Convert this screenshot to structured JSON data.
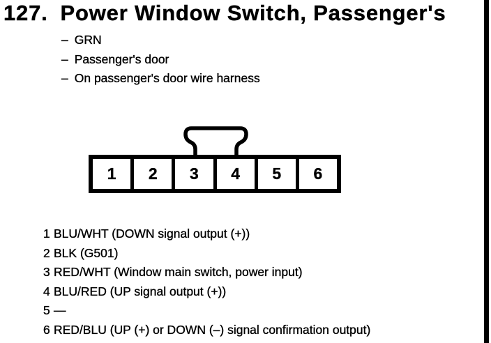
{
  "page": {
    "section_number": "127.",
    "title": "Power Window Switch, Passenger's",
    "bullet_prefix": "–",
    "bullets": [
      "GRN",
      "Passenger's door",
      "On passenger's door wire harness"
    ]
  },
  "connector": {
    "type": "6-cavity connector, latch tab on top",
    "pins": [
      "1",
      "2",
      "3",
      "4",
      "5",
      "6"
    ]
  },
  "pinout": [
    {
      "num": "1",
      "desc": "BLU/WHT (DOWN signal output (+))"
    },
    {
      "num": "2",
      "desc": "BLK (G501)"
    },
    {
      "num": "3",
      "desc": "RED/WHT (Window main switch, power input)"
    },
    {
      "num": "4",
      "desc": "BLU/RED (UP signal output (+))"
    },
    {
      "num": "5",
      "desc": "—"
    },
    {
      "num": "6",
      "desc": "RED/BLU (UP (+) or DOWN (–) signal confirmation output)"
    }
  ],
  "colors": {
    "ink": "#000000",
    "paper": "#ffffff"
  }
}
